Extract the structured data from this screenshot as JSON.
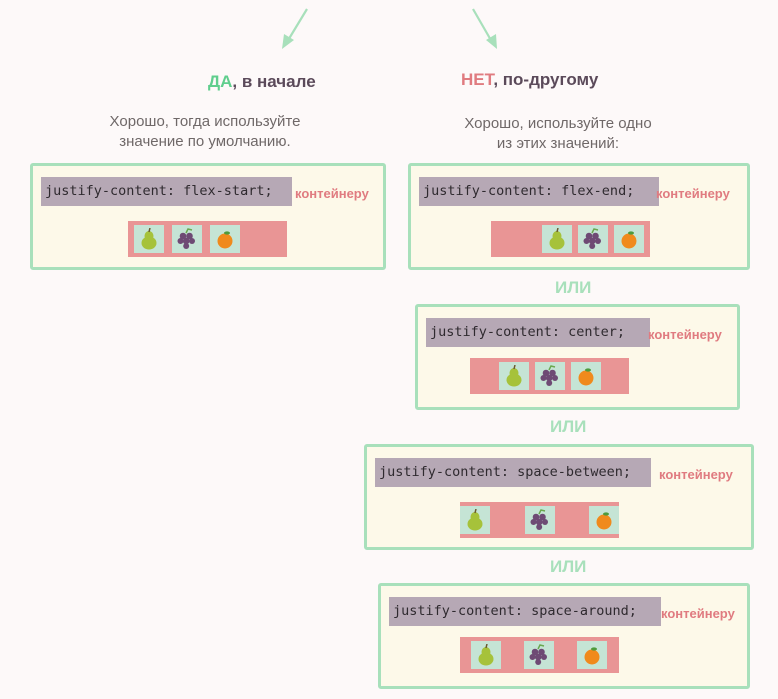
{
  "left": {
    "heading_yes": "ДА",
    "heading_rest": ", в начале",
    "desc_line1": "Хорошо, тогда используйте",
    "desc_line2": "значение по умолчанию.",
    "code": "justify-content: flex-start;",
    "target": "контейнеру"
  },
  "right": {
    "heading_no": "НЕТ",
    "heading_rest": ", по-другому",
    "desc_line1": "Хорошо, используйте одно",
    "desc_line2": "из этих значений:",
    "examples": [
      {
        "code": "justify-content: flex-end;",
        "target": "контейнеру"
      },
      {
        "code": "justify-content: center;",
        "target": "контейнеру"
      },
      {
        "code": "justify-content: space-between;",
        "target": "контейнеру"
      },
      {
        "code": "justify-content: space-around;",
        "target": "контейнеру"
      }
    ],
    "separator": "ИЛИ"
  },
  "items": [
    "pear-icon",
    "grapes-icon",
    "orange-icon"
  ],
  "colors": {
    "arrow": "#a8e0bb",
    "box_border": "#a8e0bb",
    "box_fill": "#fdf9e9",
    "code_bg": "#b6a8b5",
    "container_track": "#e99595",
    "item_bg": "#c5e4d5",
    "yes": "#5fce8d",
    "no": "#e07b80"
  }
}
